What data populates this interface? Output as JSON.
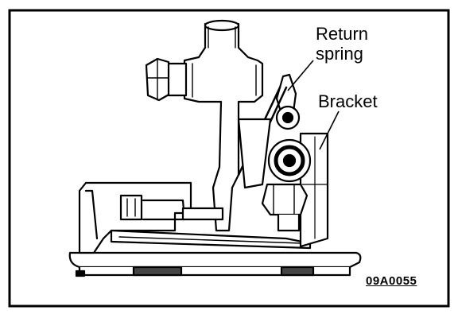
{
  "labels": {
    "return_spring_line1": "Return",
    "return_spring_line2": "spring",
    "bracket": "Bracket"
  },
  "figure_code": "09A0055",
  "colors": {
    "ink": "#000000",
    "paper": "#ffffff",
    "shade": "#d9d9d9"
  }
}
